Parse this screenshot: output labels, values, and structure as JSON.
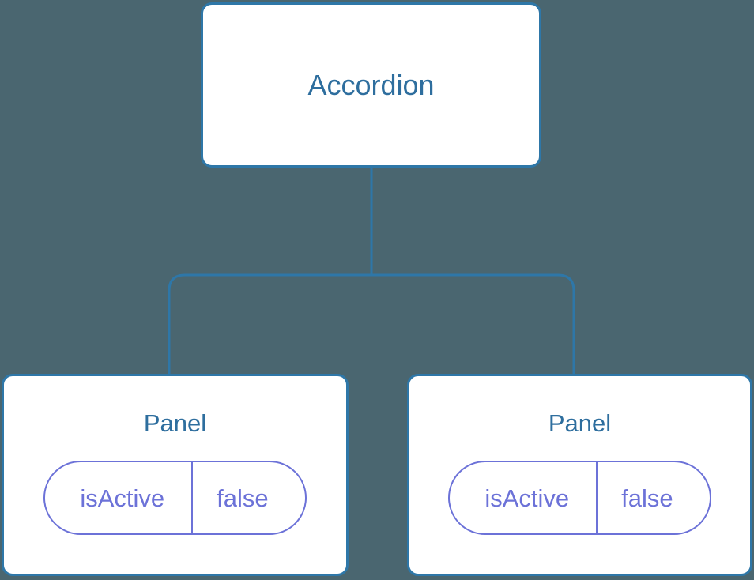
{
  "diagram": {
    "type": "component-tree",
    "background_color": "#4a6670",
    "node_border_color": "#2e77a8",
    "node_title_color": "#2e6e9e",
    "edge_color": "#2e77a8",
    "prop_color": "#6c72d8",
    "root": {
      "title": "Accordion"
    },
    "children": [
      {
        "title": "Panel",
        "prop": {
          "key": "isActive",
          "value": "false"
        }
      },
      {
        "title": "Panel",
        "prop": {
          "key": "isActive",
          "value": "false"
        }
      }
    ]
  }
}
